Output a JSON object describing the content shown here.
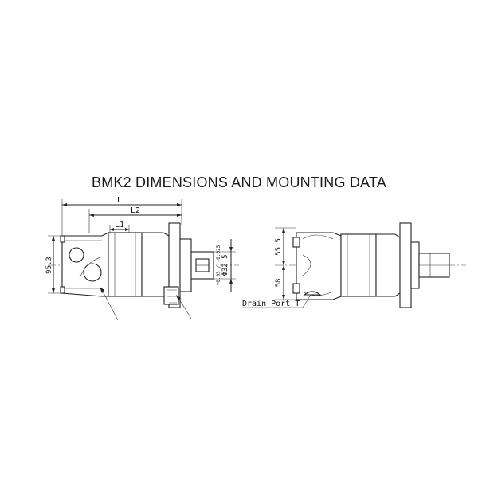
{
  "title": "BMK2 DIMENSIONS AND MOUNTING DATA",
  "front_view": {
    "dim_L": "L",
    "dim_L2": "L2",
    "dim_L1": "L1",
    "dim_height": "95.3",
    "dim_shaft_main": "Φ32.5",
    "dim_shaft_tol": "+0.05 / -0.025"
  },
  "side_view": {
    "dim_upper": "55.5",
    "dim_lower": "58",
    "drain_port": "Drain Port T"
  }
}
